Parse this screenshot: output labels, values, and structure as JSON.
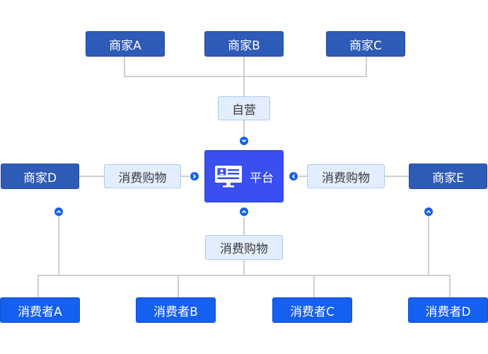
{
  "merchants_top": [
    "商家A",
    "商家B",
    "商家C"
  ],
  "merchant_left": "商家D",
  "merchant_right": "商家E",
  "platform": {
    "label": "平台",
    "icon": "monitor-icon"
  },
  "flow_labels": {
    "top": "自营",
    "left": "消费购物",
    "right": "消费购物",
    "bottom": "消费购物"
  },
  "consumers": [
    "消费者A",
    "消费者B",
    "消费者C",
    "消费者D"
  ],
  "colors": {
    "merchant": "#2e5ab8",
    "consumer": "#1560f0",
    "platform": "#3a4ff0",
    "label_bg": "#e2eeff",
    "label_border": "#a9c9f2",
    "connector": "#cfcfcf",
    "arrow": "#1560f0"
  }
}
